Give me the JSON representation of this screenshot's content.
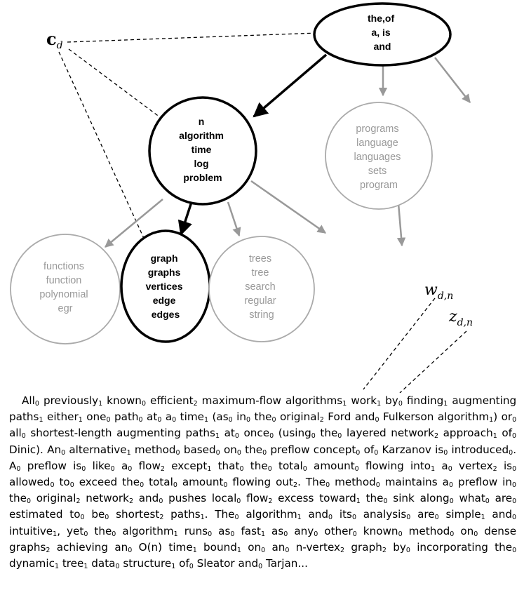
{
  "nodes": {
    "root": [
      "the,of",
      "a, is",
      "and"
    ],
    "middle": [
      "n",
      "algorithm",
      "time",
      "log",
      "problem"
    ],
    "right": [
      "programs",
      "language",
      "languages",
      "sets",
      "program"
    ],
    "left": [
      "functions",
      "function",
      "polynomial",
      "egr"
    ],
    "center": [
      "graph",
      "graphs",
      "vertices",
      "edge",
      "edges"
    ],
    "trees": [
      "trees",
      "tree",
      "search",
      "regular",
      "string"
    ]
  },
  "labels": {
    "c": "c",
    "c_sub": "d",
    "w": "w",
    "w_sub": "d,n",
    "z": "z",
    "z_sub": "d,n"
  },
  "passage": [
    [
      "All",
      "0"
    ],
    [
      "previously",
      "1"
    ],
    [
      "known",
      "0"
    ],
    [
      "efficient",
      "2"
    ],
    [
      "maximum-flow",
      ""
    ],
    [
      "algorithms",
      "1"
    ],
    [
      "work",
      "1"
    ],
    [
      "by",
      "0"
    ],
    [
      "finding",
      "1"
    ],
    [
      "augmenting",
      ""
    ],
    [
      "paths",
      "1"
    ],
    [
      "either",
      "1"
    ],
    [
      "one",
      "0"
    ],
    [
      "path",
      "0"
    ],
    [
      "at",
      "0"
    ],
    [
      "a",
      "0"
    ],
    [
      "time",
      "1"
    ],
    [
      "(as",
      "0"
    ],
    [
      "in",
      "0"
    ],
    [
      "the",
      "0"
    ],
    [
      "original",
      "2"
    ],
    [
      "Ford",
      ""
    ],
    [
      "and",
      "0"
    ],
    [
      "Fulkerson",
      ""
    ],
    [
      "algorithm",
      "1"
    ],
    [
      ")",
      ""
    ],
    [
      "or",
      "0"
    ],
    [
      "all",
      "0"
    ],
    [
      "shortest-length",
      ""
    ],
    [
      "augmenting",
      ""
    ],
    [
      "paths",
      "1"
    ],
    [
      "at",
      "0"
    ],
    [
      "once",
      "0"
    ],
    [
      "(using",
      "0"
    ],
    [
      "the",
      "0"
    ],
    [
      "layered",
      ""
    ],
    [
      "network",
      "2"
    ],
    [
      "approach",
      "1"
    ],
    [
      "of",
      "0"
    ],
    [
      "Dinic).",
      ""
    ],
    [
      "An",
      "0"
    ],
    [
      "alternative",
      "1"
    ],
    [
      "method",
      "0"
    ],
    [
      "based",
      "0"
    ],
    [
      "on",
      "0"
    ],
    [
      "the",
      "0"
    ],
    [
      "preflow",
      ""
    ],
    [
      "concept",
      "0"
    ],
    [
      "of",
      "0"
    ],
    [
      "Karzanov",
      ""
    ],
    [
      "is",
      "0"
    ],
    [
      "introduced",
      "0"
    ],
    [
      ".",
      ""
    ],
    [
      "A",
      "0"
    ],
    [
      "preflow",
      ""
    ],
    [
      "is",
      "0"
    ],
    [
      "like",
      "0"
    ],
    [
      "a",
      "0"
    ],
    [
      "flow",
      "2"
    ],
    [
      "except",
      "1"
    ],
    [
      "that",
      "0"
    ],
    [
      "the",
      "0"
    ],
    [
      "total",
      "0"
    ],
    [
      "amount",
      "0"
    ],
    [
      "flowing",
      ""
    ],
    [
      "into",
      "1"
    ],
    [
      "a",
      "0"
    ],
    [
      "vertex",
      "2"
    ],
    [
      "is",
      "0"
    ],
    [
      "allowed",
      "0"
    ],
    [
      "to",
      "0"
    ],
    [
      "exceed",
      ""
    ],
    [
      "the",
      "0"
    ],
    [
      "total",
      "0"
    ],
    [
      "amount",
      "0"
    ],
    [
      "flowing",
      ""
    ],
    [
      "out",
      "2"
    ],
    [
      ".",
      ""
    ],
    [
      "The",
      "0"
    ],
    [
      "method",
      "0"
    ],
    [
      "maintains",
      ""
    ],
    [
      "a",
      "0"
    ],
    [
      "preflow",
      ""
    ],
    [
      "in",
      "0"
    ],
    [
      "the",
      "0"
    ],
    [
      "original",
      "2"
    ],
    [
      "network",
      "2"
    ],
    [
      "and",
      "0"
    ],
    [
      "pushes",
      ""
    ],
    [
      "local",
      "0"
    ],
    [
      "flow",
      "2"
    ],
    [
      "excess",
      ""
    ],
    [
      "toward",
      "1"
    ],
    [
      "the",
      "0"
    ],
    [
      "sink",
      ""
    ],
    [
      "along",
      "0"
    ],
    [
      "what",
      "0"
    ],
    [
      "are",
      "0"
    ],
    [
      "estimated",
      ""
    ],
    [
      "to",
      "0"
    ],
    [
      "be",
      "0"
    ],
    [
      "shortest",
      "2"
    ],
    [
      "paths",
      "1"
    ],
    [
      ".",
      ""
    ],
    [
      "The",
      "0"
    ],
    [
      "algorithm",
      "1"
    ],
    [
      "and",
      "0"
    ],
    [
      "its",
      "0"
    ],
    [
      "analysis",
      "0"
    ],
    [
      "are",
      "0"
    ],
    [
      "simple",
      "1"
    ],
    [
      "and",
      "0"
    ],
    [
      "intuitive",
      "1"
    ],
    [
      ", yet",
      "0"
    ],
    [
      "the",
      "0"
    ],
    [
      "algorithm",
      "1"
    ],
    [
      "runs",
      "0"
    ],
    [
      "as",
      "0"
    ],
    [
      "fast",
      "1"
    ],
    [
      "as",
      "0"
    ],
    [
      "any",
      "0"
    ],
    [
      "other",
      "0"
    ],
    [
      "known",
      "0"
    ],
    [
      "method",
      "0"
    ],
    [
      "on",
      "0"
    ],
    [
      "dense",
      ""
    ],
    [
      "graphs",
      "2"
    ],
    [
      "achieving",
      ""
    ],
    [
      "an",
      "0"
    ],
    [
      "O(n)",
      ""
    ],
    [
      "time",
      "1"
    ],
    [
      "bound",
      "1"
    ],
    [
      "on",
      "0"
    ],
    [
      "an",
      "0"
    ],
    [
      "n-vertex",
      "2"
    ],
    [
      "graph",
      "2"
    ],
    [
      "by",
      "0"
    ],
    [
      "incorporating",
      ""
    ],
    [
      "the",
      "0"
    ],
    [
      "dynamic",
      "1"
    ],
    [
      "tree",
      "1"
    ],
    [
      "data",
      "0"
    ],
    [
      "structure",
      "1"
    ],
    [
      "of",
      "0"
    ],
    [
      "Sleator",
      ""
    ],
    [
      "and",
      "0"
    ],
    [
      "Tarjan...",
      ""
    ]
  ]
}
